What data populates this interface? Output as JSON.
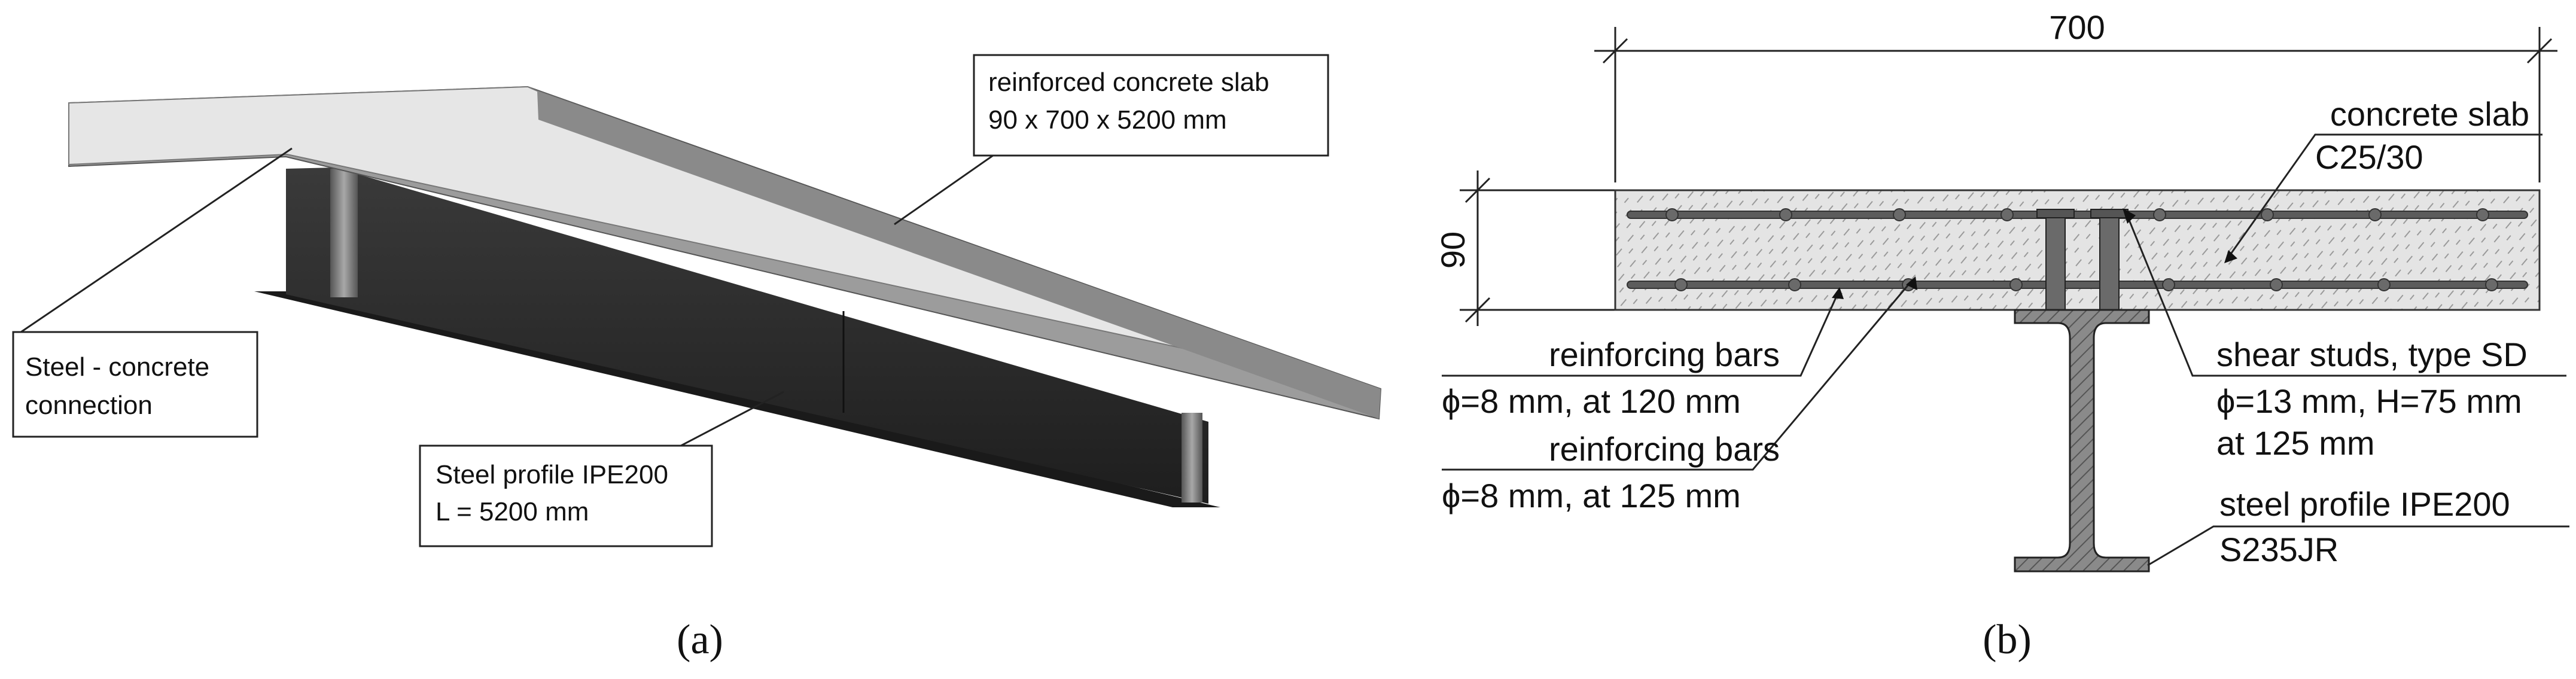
{
  "panel_a": {
    "caption": "(a)",
    "labels": {
      "slab_line1": "reinforced concrete slab",
      "slab_line2": "90 x 700 x 5200 mm",
      "connection_line1": "Steel - concrete",
      "connection_line2": "connection",
      "profile_line1": "Steel profile IPE200",
      "profile_line2": "L = 5200 mm"
    }
  },
  "panel_b": {
    "caption": "(b)",
    "width_dim": "700",
    "height_dim": "90",
    "labels": {
      "slab_line1": "concrete slab",
      "slab_line2": "C25/30",
      "bars1_line1": "reinforcing bars",
      "bars1_line2": "ϕ=8 mm, at 120 mm",
      "bars2_line1": "reinforcing bars",
      "bars2_line2": "ϕ=8 mm, at 125 mm",
      "studs_line1": "shear studs, type SD",
      "studs_line2": "ϕ=13 mm, H=75 mm",
      "studs_line3": "at 125 mm",
      "profile_line1": "steel profile IPE200",
      "profile_line2": "S235JR"
    }
  },
  "colors": {
    "slab_top": "#e8e8e8",
    "slab_side": "#8f8f8f",
    "beam": "#2b2b2b",
    "concrete_section": "#e2e2e2",
    "steel_section": "#777777"
  }
}
